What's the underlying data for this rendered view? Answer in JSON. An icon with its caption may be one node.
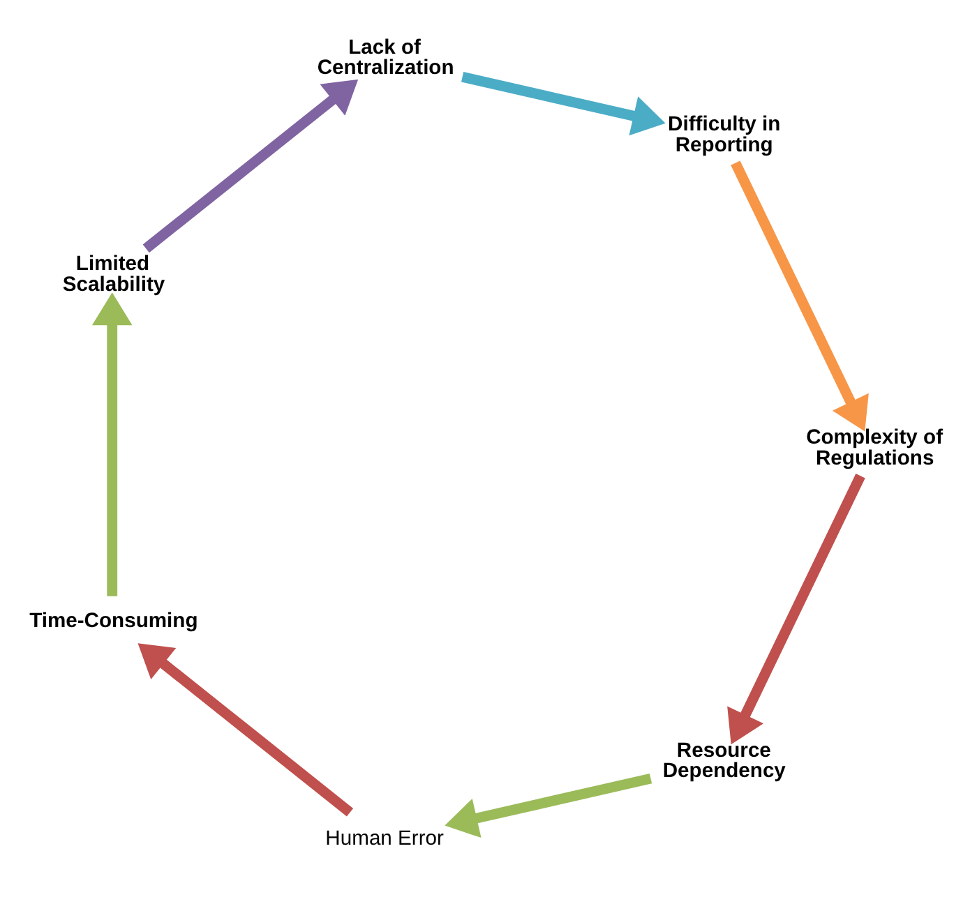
{
  "diagram": {
    "nodes": [
      {
        "text": [
          "Resource Dependency"
        ]
      },
      {
        "text": [
          "Human Error"
        ]
      },
      {
        "text": [
          "Time-Consuming"
        ]
      },
      {
        "text": [
          "Limited Scalability"
        ]
      },
      {
        "text": [
          "Lack of Centralization"
        ]
      },
      {
        "text": [
          "Difficulty in Reporting"
        ]
      },
      {
        "text": [
          "Complexity of Regulations"
        ]
      }
    ],
    "edges": [
      {
        "from": 0,
        "to": 1,
        "arrow": "to",
        "color": "#9bbb59"
      },
      {
        "from": 1,
        "to": 2,
        "arrow": "to",
        "color": "#c0504d"
      },
      {
        "from": 2,
        "to": 3,
        "arrow": "to",
        "color": "#9bbb59"
      },
      {
        "from": 3,
        "to": 4,
        "arrow": "to",
        "color": "#8064a2"
      },
      {
        "from": 4,
        "to": 5,
        "arrow": "to",
        "color": "#4bacc6"
      },
      {
        "from": 5,
        "to": 6,
        "arrow": "to",
        "color": "#f79646"
      },
      {
        "from": 6,
        "to": 0,
        "arrow": "to",
        "color": "#c0504d"
      }
    ]
  }
}
